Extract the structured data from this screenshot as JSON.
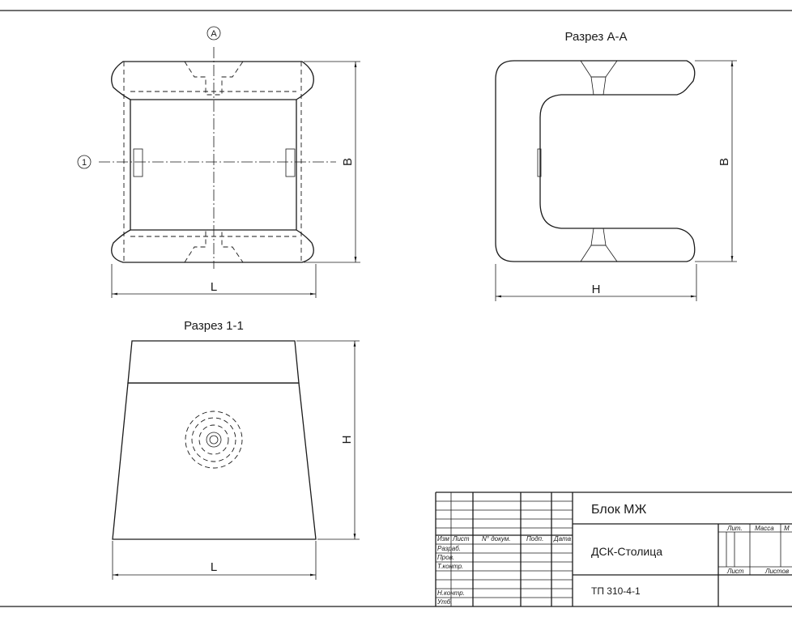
{
  "views": {
    "marker_a": "A",
    "marker_1": "1",
    "top_dim_L": "L",
    "top_dim_B": "B",
    "section_aa_title": "Разрез А-А",
    "section_aa_dim_B": "B",
    "section_aa_dim_H": "H",
    "section_11_title": "Разрез 1-1",
    "section_11_dim_H": "H",
    "section_11_dim_L": "L"
  },
  "title_block": {
    "headers": [
      "Изм",
      "Лист",
      "N° докум.",
      "Подп.",
      "Дата"
    ],
    "rows": [
      "Разраб.",
      "Пров.",
      "Т.контр.",
      "Н.контр.",
      "Утб."
    ],
    "product_name": "Блок МЖ",
    "company": "ДСК-Столица",
    "document_code": "ТП 310-4-1",
    "lit_label": "Лит.",
    "mass_label": "Масса",
    "scale_label": "М",
    "sheet_label": "Лист",
    "sheets_label": "Листов"
  }
}
